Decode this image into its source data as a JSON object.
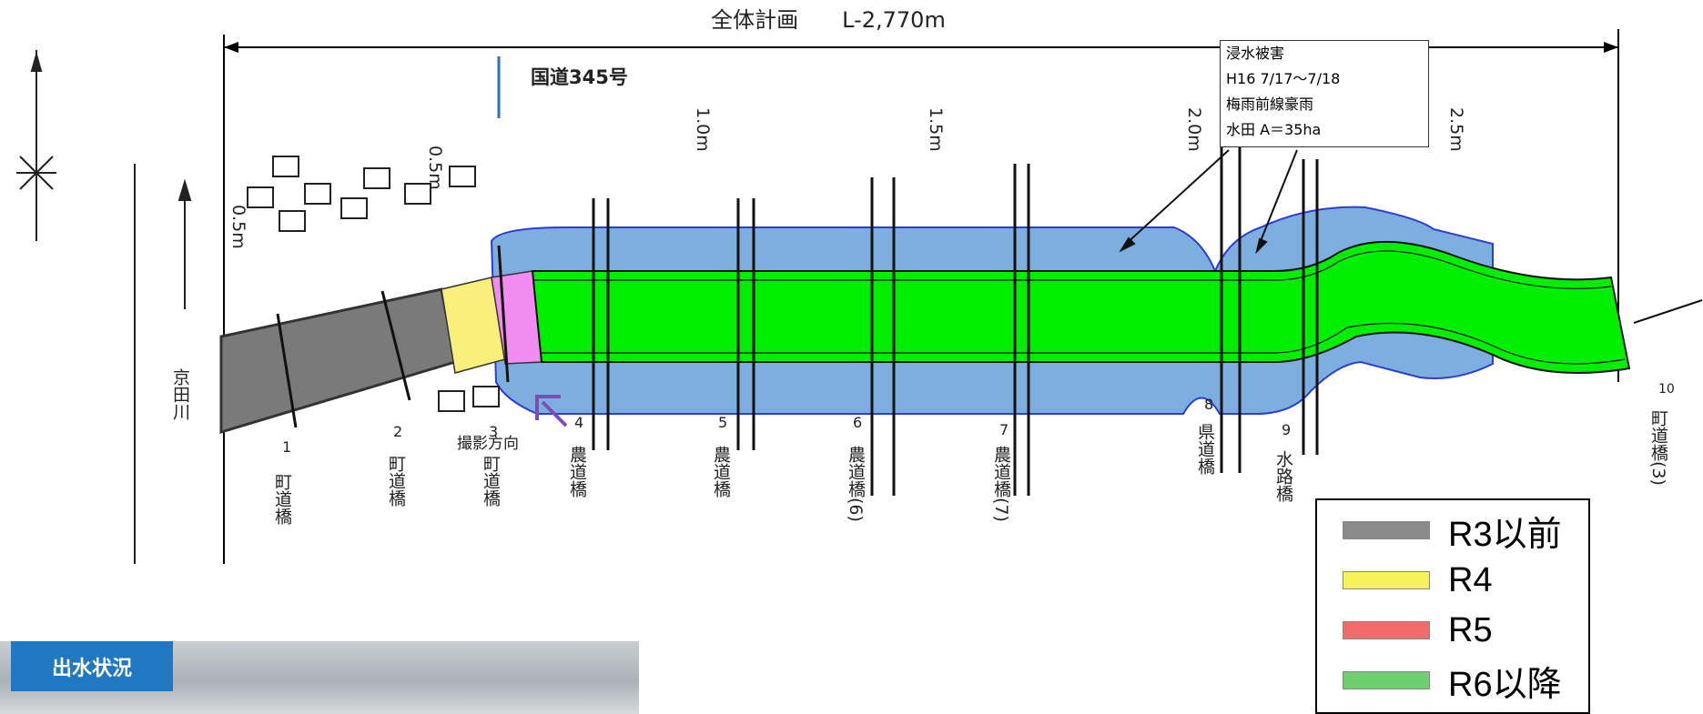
{
  "title": "全体計画　　L-2,770m",
  "road_label": "国道345号",
  "photo_direction_label": "撮影方向",
  "river_name": "京田川",
  "flood_note": {
    "lines": [
      "浸水被害",
      "H16  7/17～7/18",
      "梅雨前線豪雨",
      "水田  A＝35ha"
    ]
  },
  "widths": [
    "0.5m",
    "0.5m",
    "1.0m",
    "1.5m",
    "2.0m",
    "2.5m"
  ],
  "bridges": [
    {
      "num": "1",
      "name": "町道橋"
    },
    {
      "num": "2",
      "name": "町道橋"
    },
    {
      "num": "3",
      "name": "町道橋"
    },
    {
      "num": "4",
      "name": "農道橋"
    },
    {
      "num": "5",
      "name": "農道橋"
    },
    {
      "num": "6",
      "name": "農道橋(6)"
    },
    {
      "num": "7",
      "name": "農道橋(7)"
    },
    {
      "num": "8",
      "name": "県道橋"
    },
    {
      "num": "9",
      "name": "水路橋"
    },
    {
      "num": "10",
      "name": "町道橋(3)"
    }
  ],
  "legend": {
    "items": [
      {
        "label": "R3以前",
        "color": "#8a8a8a"
      },
      {
        "label": "R4",
        "color": "#f6f25a"
      },
      {
        "label": "R5",
        "color": "#f26a6a"
      },
      {
        "label": "R6以降",
        "color": "#6fcf6f"
      }
    ]
  },
  "photo_tab": "出水状況",
  "colors": {
    "flood_area": "#7eaee0",
    "done": "#7a7a7a",
    "r4": "#f8f07a",
    "r5": "#f38cf0",
    "r6": "#00ee00"
  }
}
